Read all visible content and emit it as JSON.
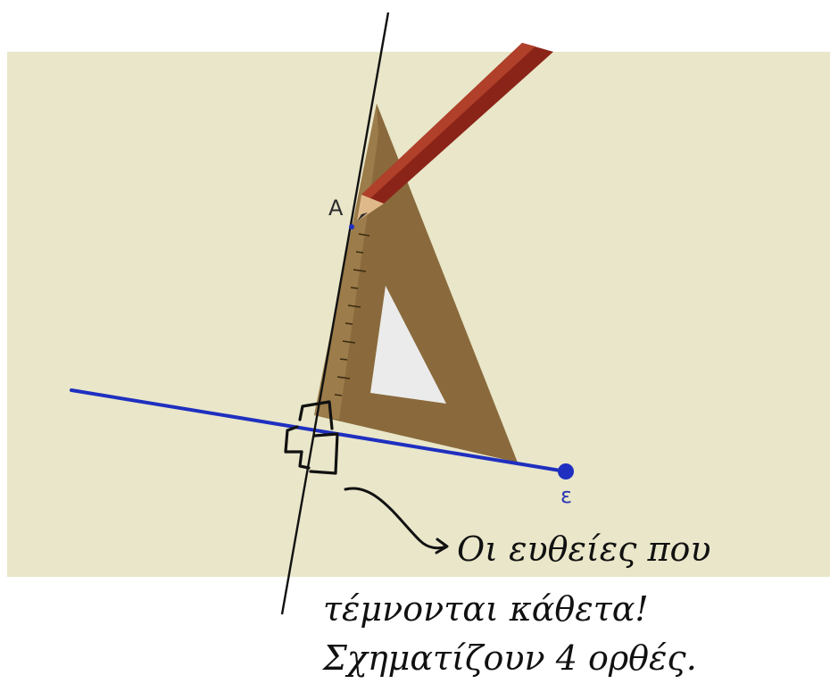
{
  "diagram": {
    "point_label": "A",
    "line_label": "ε",
    "colors": {
      "canvas": "#e9e6c9",
      "line_e": "#1f2fc0",
      "perpendicular": "#111111",
      "set_square": "#8a6a3c",
      "set_square_light": "#a98a55",
      "pencil": "#8b2418",
      "ink": "#111111"
    }
  },
  "handwriting": {
    "line1": "Οι ευθείες που",
    "line2": "τέμνονται κάθετα!",
    "line3": "Σχηματίζουν 4 ορθές."
  }
}
